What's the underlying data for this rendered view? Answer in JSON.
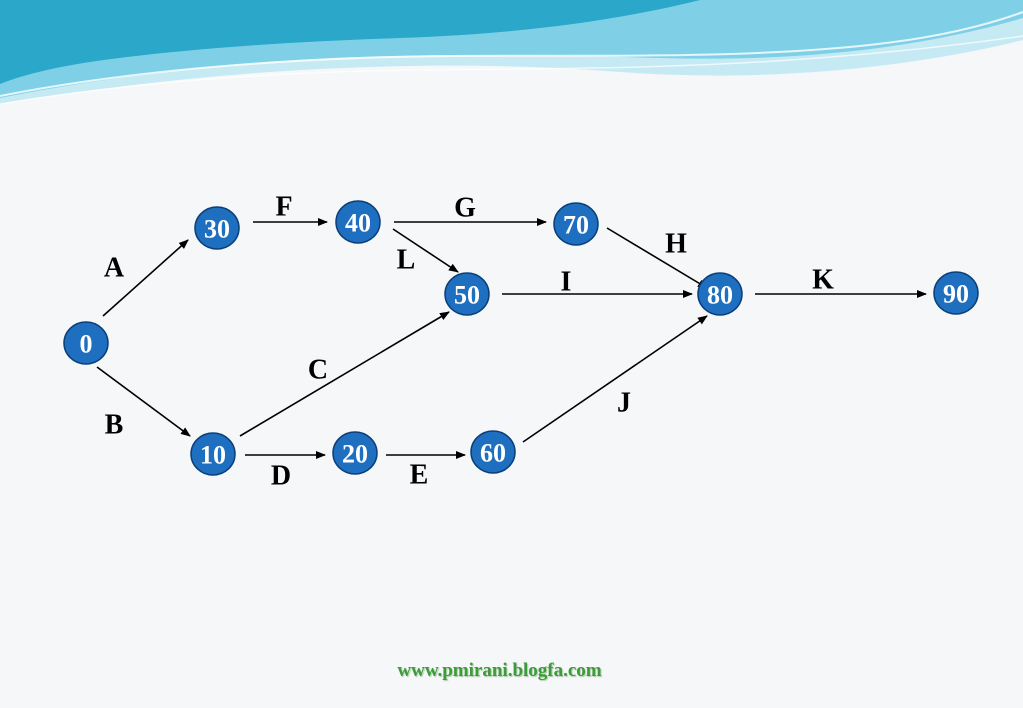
{
  "theme": {
    "node_fill": "#1f6fc0",
    "node_stroke": "#0b3f78",
    "edge_color": "#000000",
    "wave_colors": [
      "#2aa7c9",
      "#7fd0e6",
      "#c5eaf4"
    ],
    "footer_color": "#3e9a3a"
  },
  "nodes": [
    {
      "id": "0",
      "label": "0"
    },
    {
      "id": "10",
      "label": "10"
    },
    {
      "id": "20",
      "label": "20"
    },
    {
      "id": "30",
      "label": "30"
    },
    {
      "id": "40",
      "label": "40"
    },
    {
      "id": "50",
      "label": "50"
    },
    {
      "id": "60",
      "label": "60"
    },
    {
      "id": "70",
      "label": "70"
    },
    {
      "id": "80",
      "label": "80"
    },
    {
      "id": "90",
      "label": "90"
    }
  ],
  "edges": [
    {
      "from": "0",
      "to": "30",
      "label": "A"
    },
    {
      "from": "0",
      "to": "10",
      "label": "B"
    },
    {
      "from": "10",
      "to": "50",
      "label": "C"
    },
    {
      "from": "10",
      "to": "20",
      "label": "D"
    },
    {
      "from": "20",
      "to": "60",
      "label": "E"
    },
    {
      "from": "30",
      "to": "40",
      "label": "F"
    },
    {
      "from": "40",
      "to": "70",
      "label": "G"
    },
    {
      "from": "70",
      "to": "80",
      "label": "H"
    },
    {
      "from": "50",
      "to": "80",
      "label": "I"
    },
    {
      "from": "60",
      "to": "80",
      "label": "J"
    },
    {
      "from": "80",
      "to": "90",
      "label": "K"
    },
    {
      "from": "40",
      "to": "50",
      "label": "L"
    }
  ],
  "footer": {
    "url_text": "www.pmirani.blogfa.com"
  }
}
